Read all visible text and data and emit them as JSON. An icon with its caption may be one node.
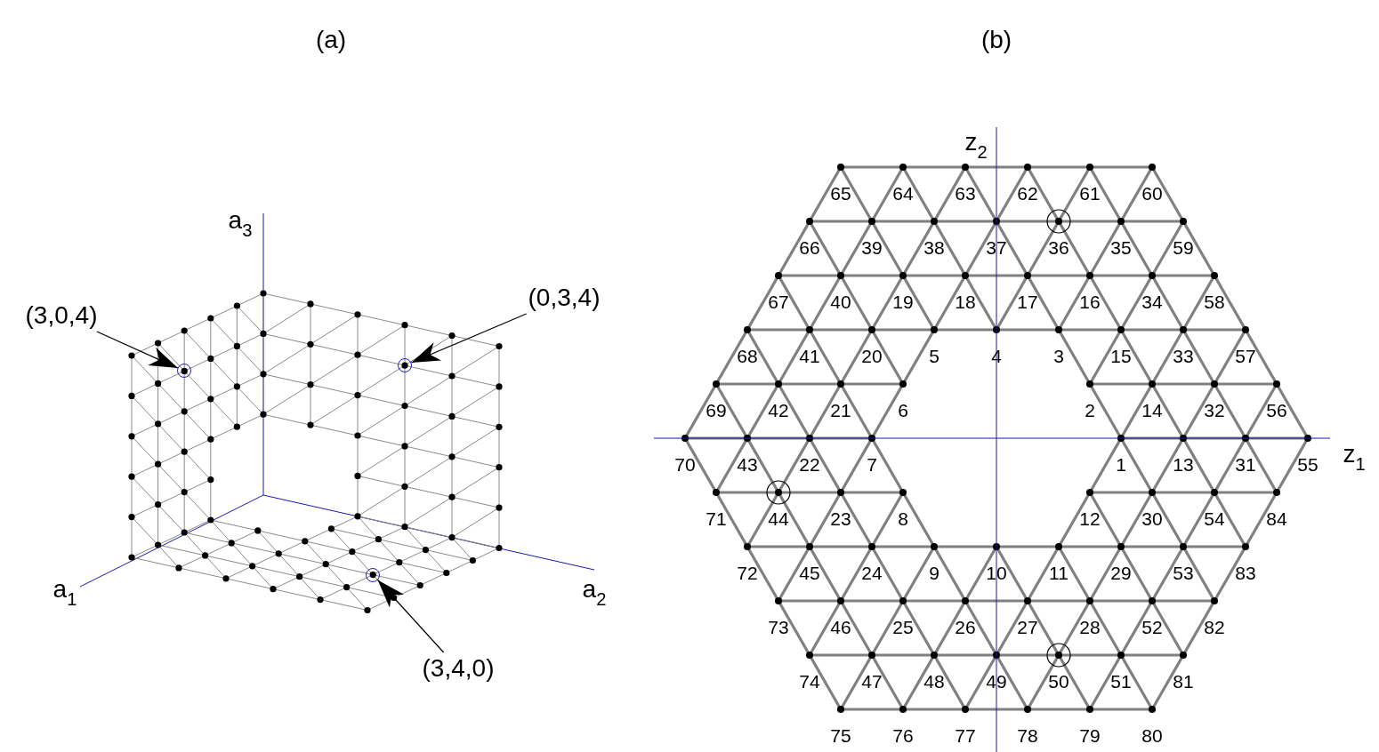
{
  "diagram": {
    "nodes": [
      {
        "text": [
          "(3,0,4)"
        ]
      },
      {
        "text": [
          "(0,3,4)"
        ]
      },
      {
        "text": [
          "(3,4,0)"
        ]
      },
      {
        "text": [],
        "shape": "circle"
      },
      {
        "text": [],
        "shape": "circle"
      },
      {
        "text": [],
        "shape": "circle"
      }
    ],
    "edges": [
      {
        "from": 0,
        "to": 3,
        "arrow": "to"
      },
      {
        "from": 1,
        "to": 4,
        "arrow": "to"
      },
      {
        "from": 2,
        "to": 5,
        "arrow": "to"
      }
    ],
    "labels": [
      "(a)",
      "(b)",
      "a$_{3}$",
      "a$_{1}$",
      "a$_{2}$",
      "z$_{2}$",
      "z$_{1}$",
      "65",
      "64",
      "63",
      "62",
      "61",
      "60",
      "66",
      "39",
      "38",
      "37",
      "36",
      "35",
      "59",
      "67",
      "40",
      "19",
      "18",
      "17",
      "16",
      "34",
      "58",
      "68",
      "41",
      "20",
      "5",
      "4",
      "3",
      "15",
      "33",
      "57",
      "69",
      "42",
      "21",
      "6",
      "2",
      "14",
      "32",
      "56",
      "70",
      "43",
      "22",
      "7",
      "1",
      "13",
      "31",
      "55",
      "71",
      "44",
      "23",
      "8",
      "12",
      "30",
      "54",
      "84",
      "72",
      "45",
      "24",
      "9",
      "10",
      "11",
      "29",
      "53",
      "83",
      "73",
      "46",
      "25",
      "26",
      "27",
      "28",
      "52",
      "82",
      "74",
      "47",
      "48",
      "49",
      "50",
      "51",
      "81",
      "75",
      "76",
      "77",
      "78",
      "79",
      "80"
    ]
  }
}
